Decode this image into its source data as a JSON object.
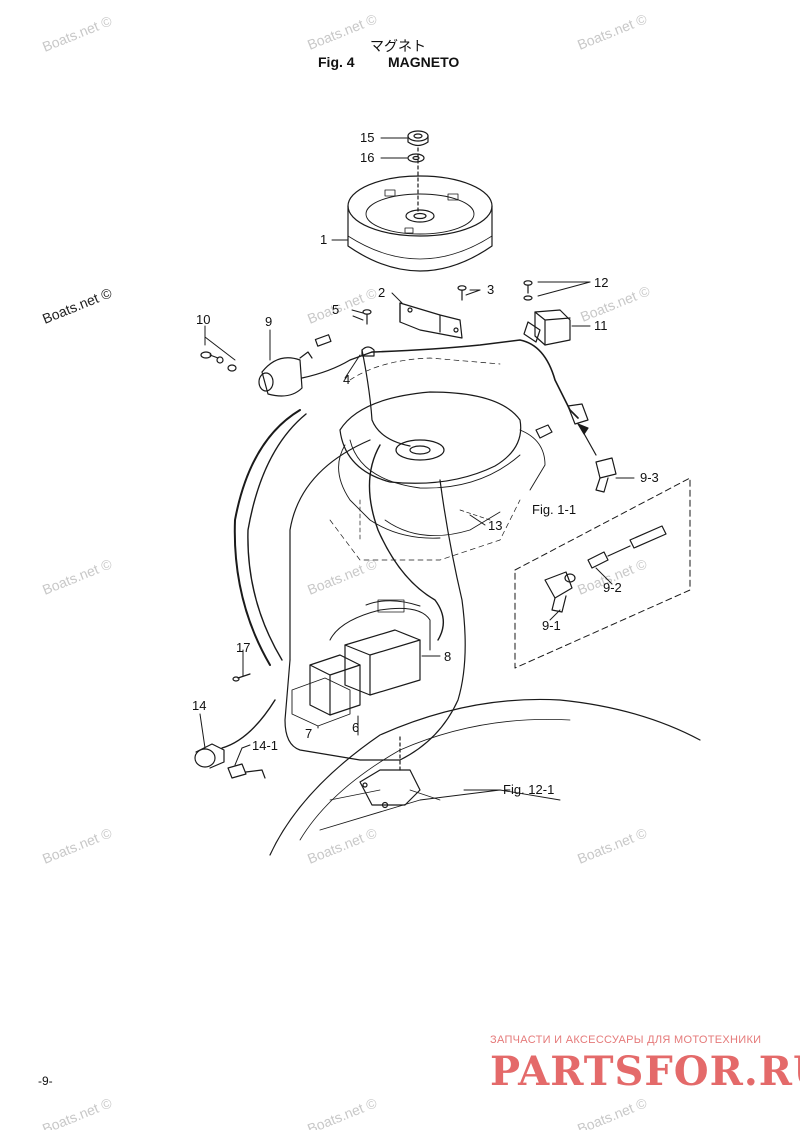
{
  "header": {
    "title_jp": "マグネト",
    "fig_label": "Fig. 4",
    "title": "MAGNETO"
  },
  "callouts": {
    "p1": "1",
    "p2": "2",
    "p3": "3",
    "p4": "4",
    "p5": "5",
    "p6": "6",
    "p7": "7",
    "p8": "8",
    "p9": "9",
    "p10": "10",
    "p11": "11",
    "p12": "12",
    "p13": "13",
    "p14": "14",
    "p14_1": "14-1",
    "p15": "15",
    "p16": "16",
    "p17": "17",
    "p9_1": "9-1",
    "p9_2": "9-2",
    "p9_3": "9-3"
  },
  "references": {
    "fig_1_1": "Fig. 1-1",
    "fig_12_1": "Fig. 12-1"
  },
  "watermark": "Boats.net ©",
  "footer": {
    "tagline": "ЗАПЧАСТИ И АКСЕССУАРЫ ДЛЯ МОТОТЕХНИКИ",
    "brand": "PARTSFOR.RU",
    "page_number": "-9-"
  },
  "colors": {
    "line": "#1a1a1a",
    "watermark": "#c8c8c8",
    "brand": "#e46a6a"
  }
}
